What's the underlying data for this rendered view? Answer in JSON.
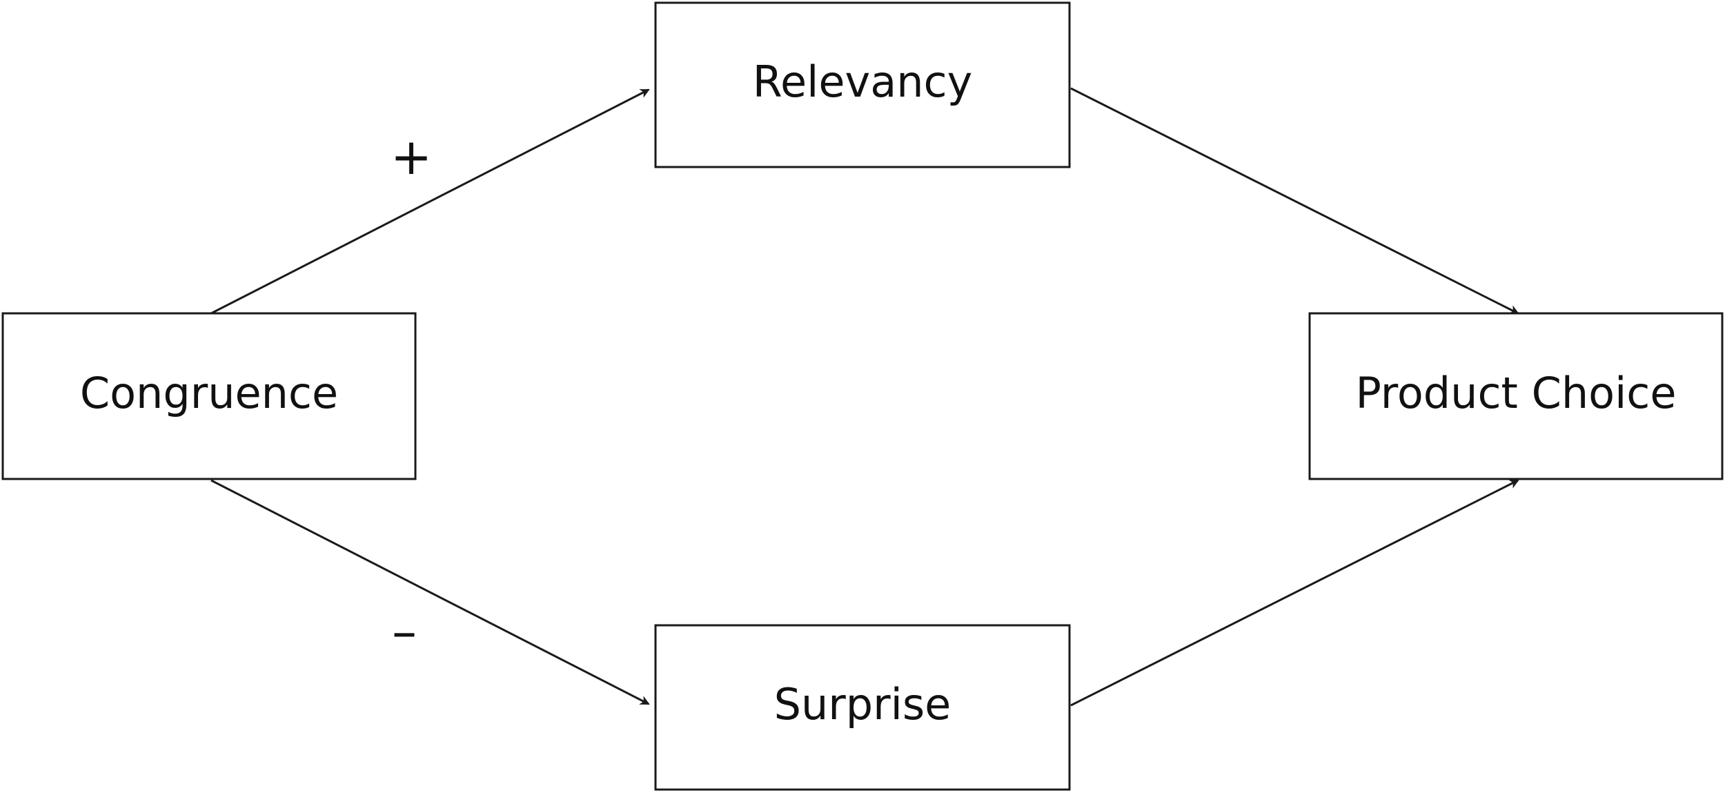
{
  "nodes": {
    "congruence": "Congruence",
    "relevancy": "Relevancy",
    "surprise": "Surprise",
    "product_choice": "Product Choice"
  },
  "edges": [
    {
      "from": "congruence",
      "to": "relevancy",
      "sign": "+"
    },
    {
      "from": "congruence",
      "to": "surprise",
      "sign": "–"
    },
    {
      "from": "relevancy",
      "to": "product_choice",
      "sign": ""
    },
    {
      "from": "surprise",
      "to": "product_choice",
      "sign": ""
    }
  ],
  "colors": {
    "stroke": "#1a1a1a",
    "text": "#111111",
    "background": "#ffffff"
  }
}
